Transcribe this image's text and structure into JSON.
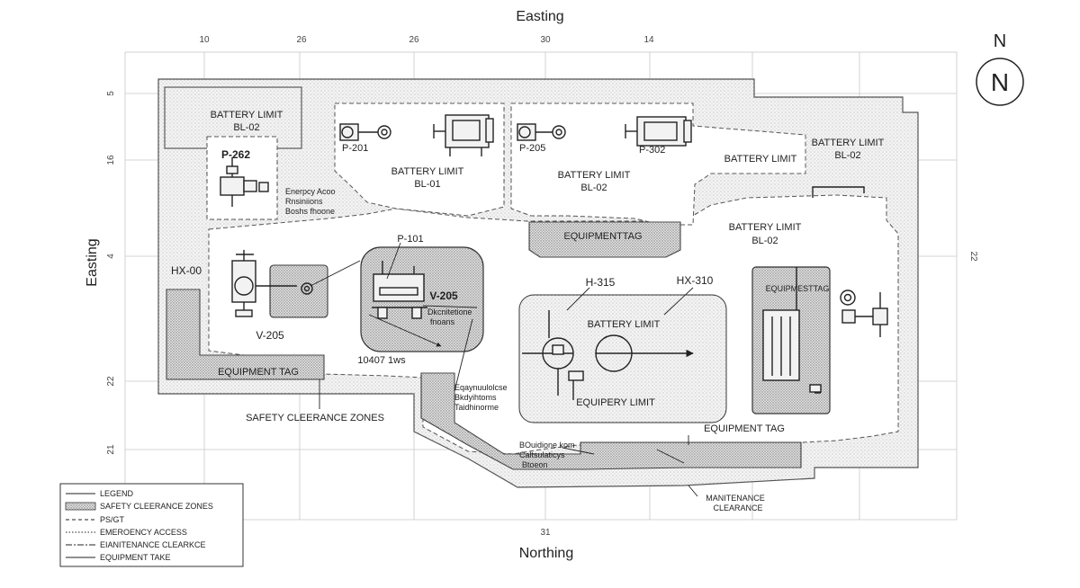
{
  "axes": {
    "top_label": "Easting",
    "bottom_label": "Northing",
    "left_label": "Easting",
    "top_ticks": [
      "10",
      "26",
      "26",
      "30",
      "14"
    ],
    "left_ticks": [
      "5",
      "16",
      "4",
      "22",
      "21"
    ],
    "right_ticks": [
      "22"
    ],
    "bottom_ticks": [
      "31"
    ]
  },
  "north": {
    "label": "N",
    "symbol": "N"
  },
  "labels": {
    "bl_top_left": [
      "BATTERY LIMIT",
      "BL-02"
    ],
    "bl_upper_mid": [
      "BATTERY LIMIT",
      "BL-01"
    ],
    "bl_upper_right": [
      "BATTERY LIMIT",
      "BL-02"
    ],
    "bl_far_right_top": [
      "BATTERY LIMIT",
      "BL-02"
    ],
    "bl_right_small": "BATTERY LIMIT",
    "bl_right_mid": [
      "BATTERY LIMIT",
      "BL-02"
    ],
    "bl_center": "BATTERY LIMIT",
    "equip_limit": "EQUIPERY LIMIT",
    "p262": "P-262",
    "p201": "P-201",
    "p205": "P-205",
    "p302": "P-302",
    "p101": "P-101",
    "v205_center": "V-205",
    "v205_left": "V-205",
    "hx00": "HX-00",
    "h315": "H-315",
    "hx310": "HX-310",
    "equip_tag_upper": "EQUIPMENTTAG",
    "equip_tag_left": "EQUIPMENT TAG",
    "equip_tag_right": "EQUIPMENT TAG",
    "equip_tag_box": "EQUIPMESTTAG",
    "safety_zones": "SAFETY CLEERANCE ZONES",
    "maint_clearance": [
      "MANITENANCE",
      "CLEARANCE"
    ],
    "dim_1040": "10407 1ws",
    "note_emergency": [
      "Enerpcy Acoo",
      "Rnsiniions",
      "Boshs fhoone"
    ],
    "note_center": [
      "Dkcnitetione",
      "fnoans"
    ],
    "note_lower_mid": [
      "Eqaynuulolcse",
      "Bkdyihtoms",
      "Taidhinorme"
    ],
    "note_bottom": [
      "BOuidione kom",
      "Caltsulaticys",
      "Btoeon"
    ]
  },
  "legend": {
    "title": "LEGEND",
    "items": [
      {
        "label": "SAFETY CLEERANCE ZONES",
        "style": "hatched-box"
      },
      {
        "label": "PS/GT",
        "style": "dashed"
      },
      {
        "label": "EMEROENCY ACCESS",
        "style": "dotted"
      },
      {
        "label": "EIANITENANCE CLEARKCE",
        "style": "dash-dot"
      },
      {
        "label": "EQUIPMENT TAKE",
        "style": "solid"
      }
    ]
  },
  "colors": {
    "line": "#222222",
    "zone": "#e8e8e8",
    "grid": "#c8c8c8"
  }
}
